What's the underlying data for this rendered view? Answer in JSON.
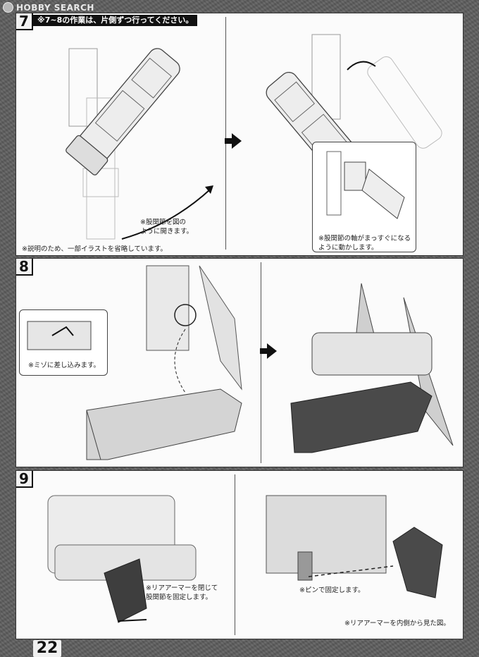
{
  "watermark": {
    "text": "HOBBY SEARCH"
  },
  "steps": [
    {
      "number": "7",
      "header_note": "※7~8の作業は、片側ずつ行ってください。",
      "notes": [
        "※股関節を図の\nように開きます。",
        "※説明のため、一部イラストを省略しています。",
        "※股関節の軸がまっすぐになる\nように動かします。"
      ]
    },
    {
      "number": "8",
      "notes": [
        "※ミゾに差し込みます。"
      ]
    },
    {
      "number": "9",
      "notes": [
        "※リアアーマーを閉じて\n股関節を固定します。",
        "※ピンで固定します。",
        "※リアアーマーを内側から見た図。"
      ]
    }
  ],
  "page_number": "22"
}
